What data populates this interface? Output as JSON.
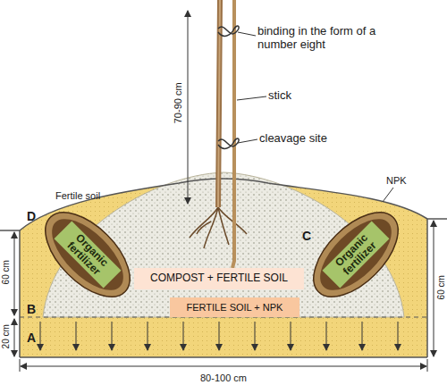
{
  "diagram": {
    "nodes": [
      {
        "text": [
          "Organic fertilizer"
        ]
      },
      {
        "text": [
          "Organic fertilizer"
        ]
      },
      {
        "text": [
          "COMPOST + FERTILE SOIL"
        ]
      },
      {
        "text": [
          "FERTILE SOIL + NPK"
        ]
      }
    ],
    "labels": [
      "binding in the form of a number eight",
      "stick",
      "cleavage site",
      "70-90 cm",
      "Fertile soil",
      "NPK",
      "D",
      "C",
      "B",
      "A",
      "60 cm",
      "60 cm",
      "20 cm",
      "80-100 cm"
    ]
  }
}
